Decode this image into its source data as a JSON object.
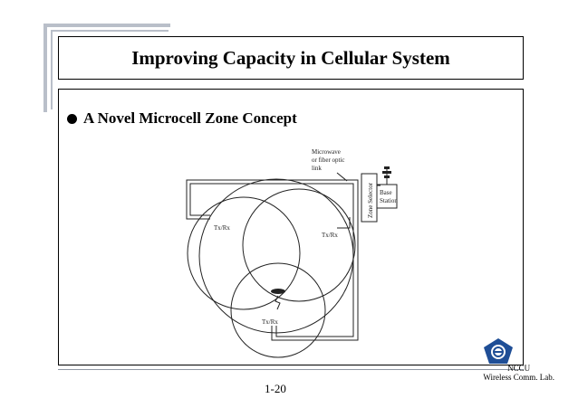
{
  "slide": {
    "title": "Improving Capacity in Cellular System",
    "bullet": "A Novel Microcell Zone Concept",
    "page_number": "1-20"
  },
  "diagram": {
    "link_label_lines": [
      "Microwave",
      "or fiber optic",
      "link"
    ],
    "zone_selector_label": "Zone Selector",
    "base_station_label_lines": [
      "Base",
      "Station"
    ],
    "zone_labels": [
      "Tx/Rx",
      "Tx/Rx",
      "Tx/Rx"
    ]
  },
  "footer": {
    "org_lines": [
      "NCCU",
      "Wireless Comm. Lab."
    ]
  },
  "colors": {
    "frame_shadow": "#b9bfc9",
    "footer_line": "#8f97a3",
    "logo_blue": "#1f4e96"
  }
}
